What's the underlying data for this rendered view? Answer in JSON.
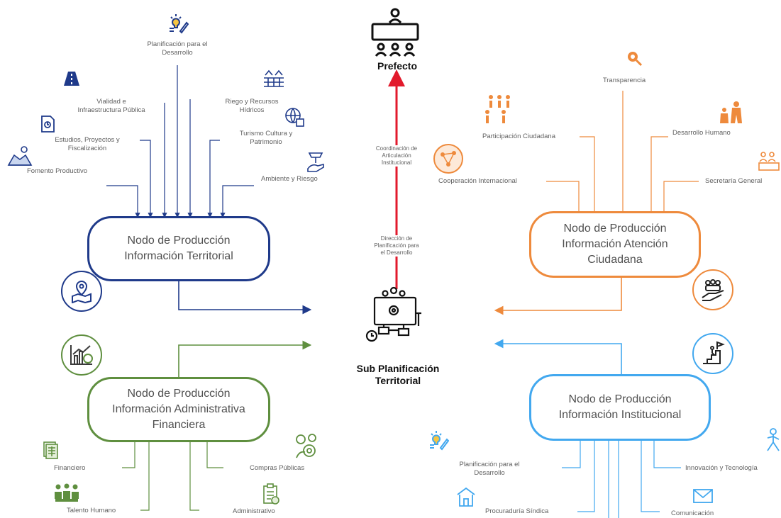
{
  "colors": {
    "territorial": "#1f3a8a",
    "atencion": "#ee8a3c",
    "administrativa": "#5f8f3f",
    "institucional": "#42a8ef",
    "red": "#e21a2c"
  },
  "top": {
    "title": "Prefecto",
    "coord_label": "Coordinación de\nArticulación\nInstitucional",
    "direccion_label": "Dirección de\nPlanificación para\nel Desarrollo"
  },
  "center": {
    "title": "Sub Planificación\nTerritorial"
  },
  "nodes": {
    "territorial": "Nodo de Producción\nInformación Territorial",
    "atencion": "Nodo de Producción\nInformación Atención\nCiudadana",
    "administrativa": "Nodo de Producción\nInformación Administrativa\nFinanciera",
    "institucional": "Nodo de Producción\nInformación Institucional"
  },
  "territorial_items": [
    "Planificación para el\nDesarrollo",
    "Vialidad e\nInfraestructura Pública",
    "Riego y Recursos\nHídricos",
    "Estudios, Proyectos  y\nFiscalización",
    "Turismo Cultura y\nPatrimonio",
    "Fomento Productivo",
    "Ambiente y Riesgo"
  ],
  "atencion_items": [
    "Transparencia",
    "Participación Ciudadana",
    "Desarrollo Humano",
    "Cooperación Internacional",
    "Secretaría General"
  ],
  "administrativa_items": [
    "Financiero",
    "Compras Públicas",
    "Talento Humano",
    "Administrativo"
  ],
  "institucional_items": [
    "Planificación para el\nDesarrollo",
    "Innovación y Tecnología",
    "Procuraduría Síndica",
    "Comunicación"
  ],
  "icons": {
    "prefecto": "meeting-table-icon",
    "center": "planning-workflow-icon",
    "territorial": [
      "idea-chart-icon",
      "road-icon",
      "irrigation-icon",
      "document-icon",
      "culture-icon",
      "farmer-icon",
      "environment-hand-icon"
    ],
    "atencion": [
      "magnifier-icon",
      "people-icon",
      "caregiver-icon",
      "globe-network-icon",
      "group-icon"
    ],
    "administrativa": [
      "finance-sheet-icon",
      "compras-gear-icon",
      "team-table-icon",
      "admin-clipboard-icon"
    ],
    "institucional": [
      "idea-chart-icon",
      "innovation-person-icon",
      "building-icon",
      "envelope-icon"
    ],
    "side": [
      "map-pin-icon",
      "chart-money-icon",
      "community-hand-icon",
      "stairs-flag-icon"
    ]
  }
}
